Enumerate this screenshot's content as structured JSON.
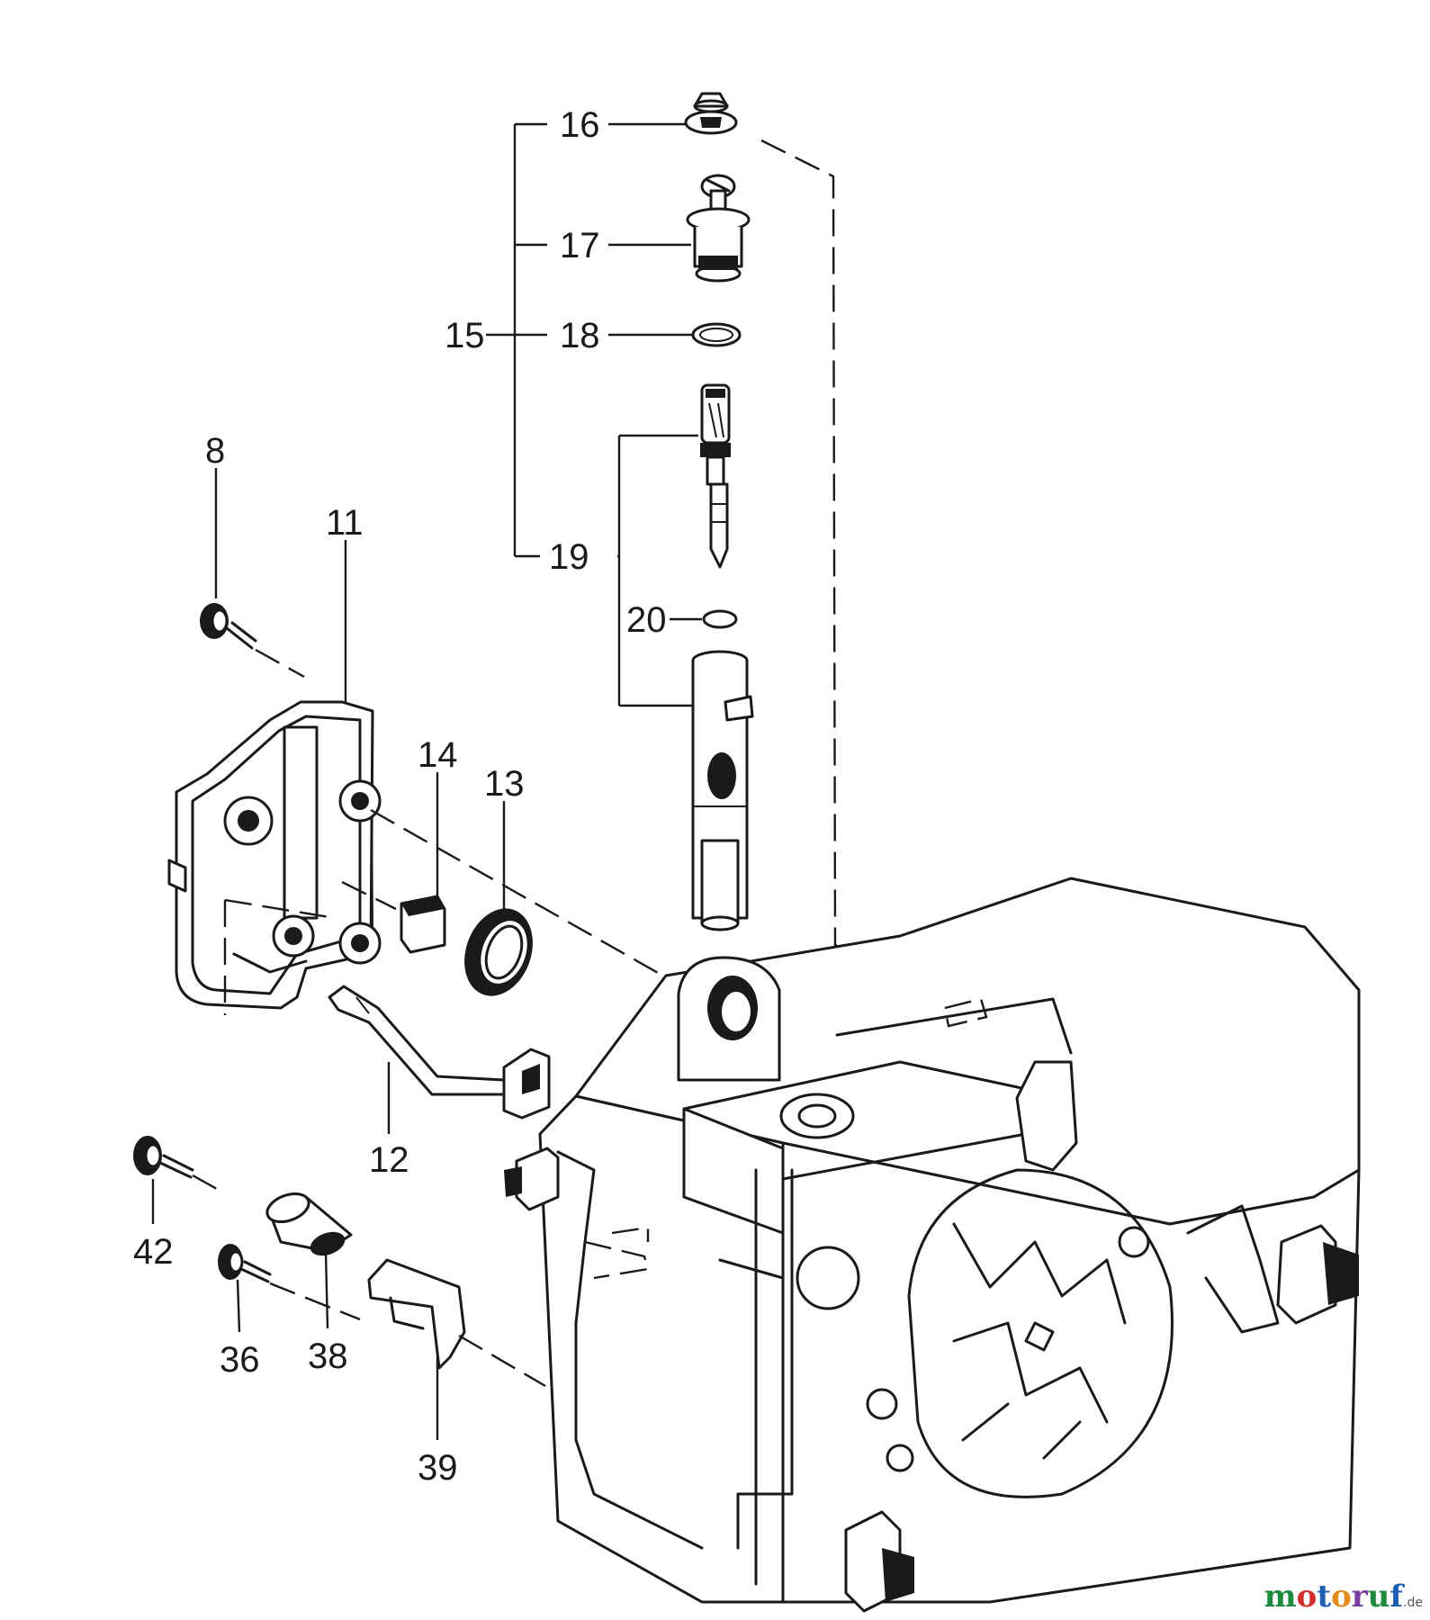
{
  "part_labels": {
    "p8": "8",
    "p11": "11",
    "p12": "12",
    "p13": "13",
    "p14": "14",
    "p15": "15",
    "p16": "16",
    "p17": "17",
    "p18": "18",
    "p19": "19",
    "p20": "20",
    "p36": "36",
    "p38": "38",
    "p39": "39",
    "p42": "42"
  },
  "watermark": {
    "m": "m",
    "o1": "o",
    "t": "t",
    "o2": "o",
    "r": "r",
    "u": "u",
    "f": "f",
    "de": ".de",
    "colors": {
      "m": "#1e8a3c",
      "o1": "#d2302c",
      "t": "#1e5fb4",
      "o2": "#e38b1c",
      "r": "#7a3da0",
      "u": "#1e8a3c",
      "f": "#1e5fb4"
    }
  }
}
